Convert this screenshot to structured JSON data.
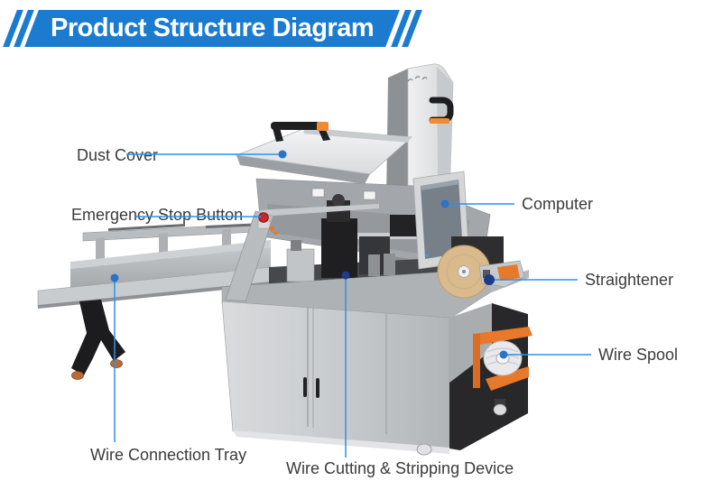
{
  "title": {
    "text": "Product Structure Diagram"
  },
  "theme": {
    "banner_blue": "#1a7bd1",
    "leader_line_blue": "#2e90e8",
    "leader_dot_blue": "#2b72c8",
    "label_text": "#3b3b3b",
    "accent_orange": "#e8782a"
  },
  "labels": {
    "dust_cover": "Dust Cover",
    "emergency_stop_button": "Emergency Stop Button",
    "computer": "Computer",
    "straightener": "Straightener",
    "wire_spool": "Wire Spool",
    "wire_connection_tray": "Wire Connection Tray",
    "wire_cutting_stripping_device": "Wire Cutting & Stripping Device"
  }
}
